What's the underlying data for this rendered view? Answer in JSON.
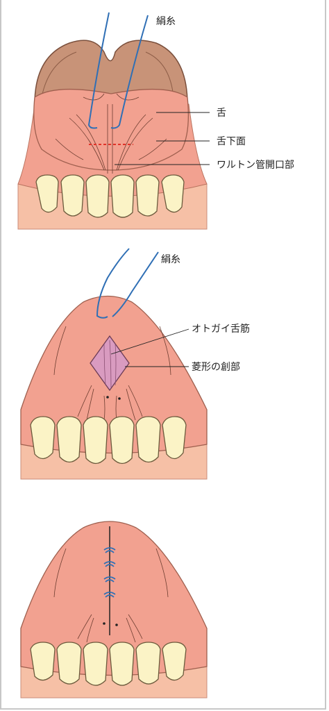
{
  "panel1": {
    "labels": {
      "silk": "絹糸",
      "tongue": "舌",
      "sublingual": "舌下面",
      "wharton": "ワルトン管開口部"
    }
  },
  "panel2": {
    "labels": {
      "silk": "絹糸",
      "genioglossus": "オトガイ舌筋",
      "wound": "菱形の創部"
    }
  },
  "colors": {
    "gum": "#f2a190",
    "gum_dark": "#e48876",
    "lip": "#f6c0a6",
    "tooth": "#fbf3c6",
    "tongue_top": "#c89378",
    "muscle": "#d99bc0",
    "thread": "#2f6fb5",
    "incision": "#e0342a"
  }
}
